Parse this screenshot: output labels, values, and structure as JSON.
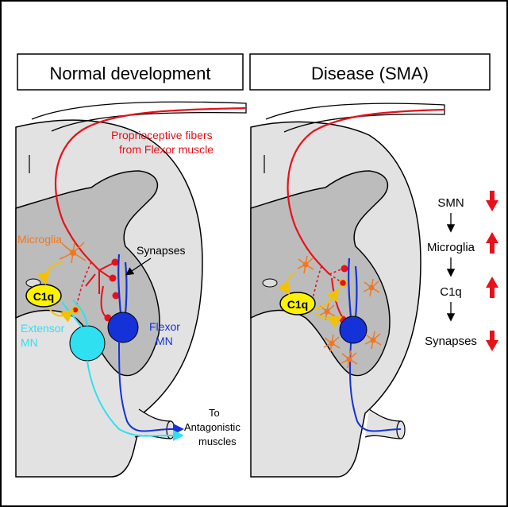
{
  "panels": {
    "left_title": "Normal development",
    "right_title": "Disease (SMA)"
  },
  "labels": {
    "proprioceptive_line1": "Proprioceptive fibers",
    "proprioceptive_line2": "from Flexor muscle",
    "microglia": "Microglia",
    "synapses": "Synapses",
    "c1q": "C1q",
    "extensor_line1": "Extensor",
    "extensor_line2": "MN",
    "flexor_line1": "Flexor",
    "flexor_line2": "MN",
    "to_line1": "To",
    "to_line2": "Antagonistic",
    "to_line3": "muscles",
    "c1q_right": "C1q"
  },
  "cascade": {
    "items": [
      {
        "label": "SMN",
        "trend": "down"
      },
      {
        "label": "Microglia",
        "trend": "up"
      },
      {
        "label": "C1q",
        "trend": "up"
      },
      {
        "label": "Synapses",
        "trend": "down"
      }
    ]
  },
  "colors": {
    "proprioceptive": "#e8101a",
    "flexor": "#1432d8",
    "extensor": "#2ee0f0",
    "microglia": "#f07820",
    "c1q_fill": "#fff200",
    "gray_matter": "#bcbcbc",
    "white_matter": "#e2e2e2",
    "trend_arrow": "#e8101a"
  }
}
